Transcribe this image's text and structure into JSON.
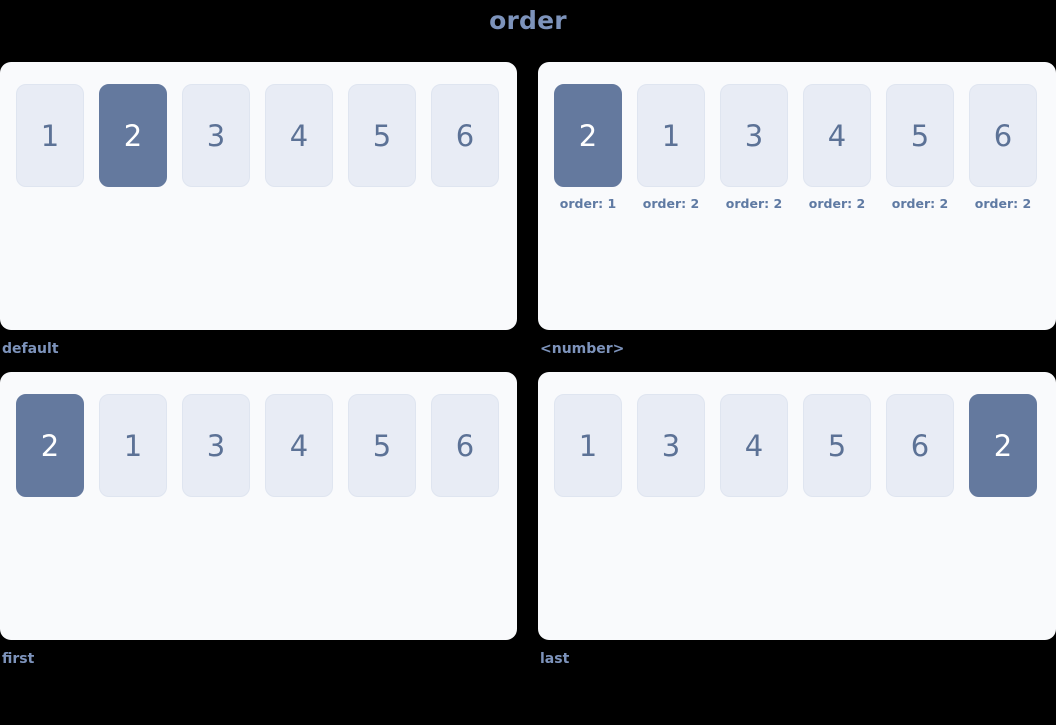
{
  "title": "order",
  "panels": [
    {
      "caption": "default",
      "position": "top-left",
      "show_order_labels": false,
      "items": [
        {
          "value": "1",
          "highlight": false,
          "order_label": ""
        },
        {
          "value": "2",
          "highlight": true,
          "order_label": ""
        },
        {
          "value": "3",
          "highlight": false,
          "order_label": ""
        },
        {
          "value": "4",
          "highlight": false,
          "order_label": ""
        },
        {
          "value": "5",
          "highlight": false,
          "order_label": ""
        },
        {
          "value": "6",
          "highlight": false,
          "order_label": ""
        }
      ]
    },
    {
      "caption": "<number>",
      "position": "top-right",
      "show_order_labels": true,
      "items": [
        {
          "value": "2",
          "highlight": true,
          "order_label": "order: 1"
        },
        {
          "value": "1",
          "highlight": false,
          "order_label": "order: 2"
        },
        {
          "value": "3",
          "highlight": false,
          "order_label": "order: 2"
        },
        {
          "value": "4",
          "highlight": false,
          "order_label": "order: 2"
        },
        {
          "value": "5",
          "highlight": false,
          "order_label": "order: 2"
        },
        {
          "value": "6",
          "highlight": false,
          "order_label": "order: 2"
        }
      ]
    },
    {
      "caption": "first",
      "position": "bottom-left",
      "show_order_labels": false,
      "items": [
        {
          "value": "2",
          "highlight": true,
          "order_label": ""
        },
        {
          "value": "1",
          "highlight": false,
          "order_label": ""
        },
        {
          "value": "3",
          "highlight": false,
          "order_label": ""
        },
        {
          "value": "4",
          "highlight": false,
          "order_label": ""
        },
        {
          "value": "5",
          "highlight": false,
          "order_label": ""
        },
        {
          "value": "6",
          "highlight": false,
          "order_label": ""
        }
      ]
    },
    {
      "caption": "last",
      "position": "bottom-right",
      "show_order_labels": false,
      "items": [
        {
          "value": "1",
          "highlight": false,
          "order_label": ""
        },
        {
          "value": "3",
          "highlight": false,
          "order_label": ""
        },
        {
          "value": "4",
          "highlight": false,
          "order_label": ""
        },
        {
          "value": "5",
          "highlight": false,
          "order_label": ""
        },
        {
          "value": "6",
          "highlight": false,
          "order_label": ""
        },
        {
          "value": "2",
          "highlight": true,
          "order_label": ""
        }
      ]
    }
  ],
  "colors": {
    "background": "#000000",
    "panel_background": "#f9fafc",
    "box_background": "#e8ecf5",
    "box_border": "#dfe5f0",
    "box_text": "#5c7296",
    "highlight_background": "#64799e",
    "highlight_text": "#ffffff",
    "title_text": "#7d93bb",
    "caption_text": "#7d93bb",
    "order_label_text": "#5f7aa3"
  }
}
